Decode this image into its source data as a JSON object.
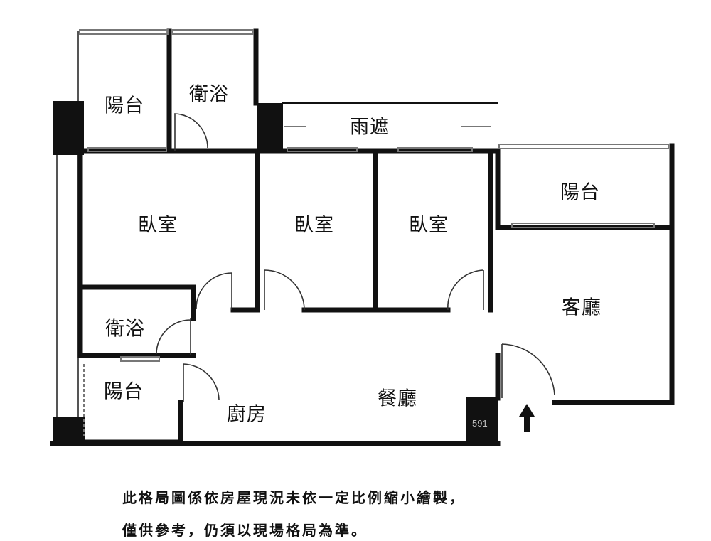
{
  "plan": {
    "rooms": {
      "balcony_top_left": "陽台",
      "bath_top": "衛浴",
      "canopy": "雨遮",
      "bedroom_1": "臥室",
      "bedroom_2": "臥室",
      "bedroom_3": "臥室",
      "balcony_right": "陽台",
      "living_room": "客廳",
      "bath_small": "衛浴",
      "balcony_bottom_left": "陽台",
      "kitchen": "廚房",
      "dining_room": "餐廳"
    },
    "watermark": "591",
    "entrance_icon": "up-arrow-icon"
  },
  "disclaimer": {
    "line1": "此格局圖係依房屋現況未依一定比例縮小繪製，",
    "line2": "僅供參考，仍須以現場格局為準。"
  },
  "colors": {
    "wall": "#111111",
    "line": "#333333",
    "window": "#777777",
    "background": "#ffffff"
  }
}
